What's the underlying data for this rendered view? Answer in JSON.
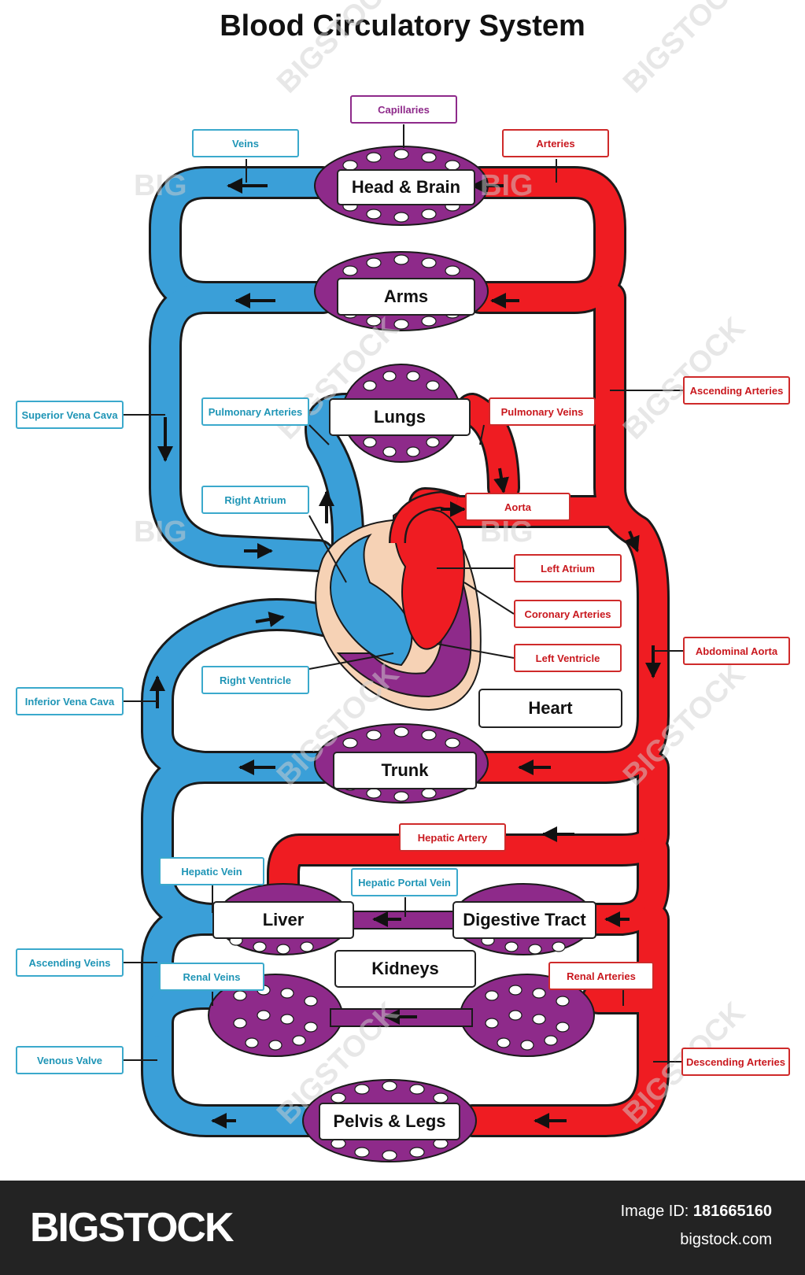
{
  "title": "Blood Circulatory System",
  "organs": {
    "head_brain": "Head & Brain",
    "arms": "Arms",
    "lungs": "Lungs",
    "heart": "Heart",
    "trunk": "Trunk",
    "liver": "Liver",
    "digestive_tract": "Digestive Tract",
    "kidneys": "Kidneys",
    "pelvis_legs": "Pelvis & Legs"
  },
  "labels": {
    "capillaries": "Capillaries",
    "veins": "Veins",
    "arteries": "Arteries",
    "superior_vena_cava": "Superior Vena Cava",
    "pulmonary_arteries": "Pulmonary Arteries",
    "pulmonary_veins": "Pulmonary Veins",
    "ascending_arteries": "Ascending Arteries",
    "right_atrium": "Right Atrium",
    "aorta": "Aorta",
    "left_atrium": "Left Atrium",
    "coronary_arteries": "Coronary Arteries",
    "left_ventricle": "Left Ventricle",
    "right_ventricle": "Right Ventricle",
    "inferior_vena_cava": "Inferior Vena Cava",
    "abdominal_aorta": "Abdominal Aorta",
    "hepatic_artery": "Hepatic Artery",
    "hepatic_vein": "Hepatic Vein",
    "hepatic_portal_vein": "Hepatic Portal Vein",
    "ascending_veins": "Ascending Veins",
    "renal_veins": "Renal Veins",
    "renal_arteries": "Renal Arteries",
    "venous_valve": "Venous Valve",
    "descending_arteries": "Descending Arteries"
  },
  "watermark": {
    "big": "BIG",
    "bigstock": "BIGSTOCK"
  },
  "footer": {
    "brand": "BIGSTOCK",
    "image_id_label": "Image ID:",
    "image_id": "181665160",
    "site": "bigstock.com"
  },
  "colors": {
    "vein_blue": "#3a9fd8",
    "artery_red": "#ef1c22",
    "capillary_purple": "#8e2a8a",
    "heart_skin": "#f6d2b5",
    "outline": "#1a1a1a"
  }
}
